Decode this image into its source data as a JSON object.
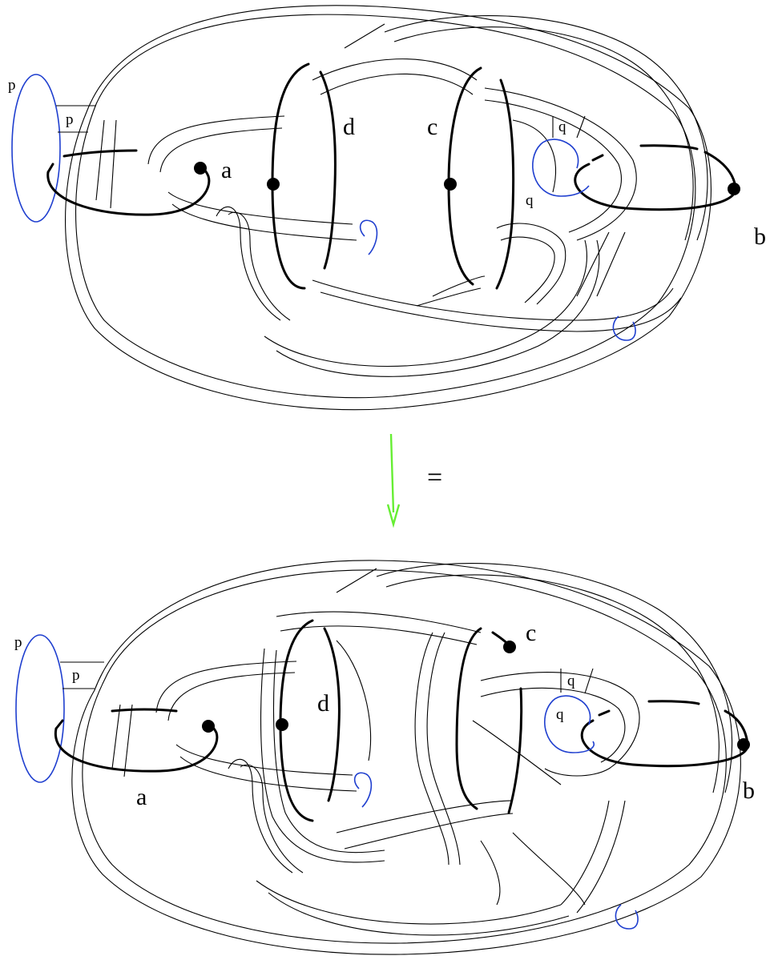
{
  "colors": {
    "band": "#000000",
    "attaching_circle": "#000000",
    "framing_curve": "#1f3fcf",
    "arrow": "#66ee33"
  },
  "top": {
    "labels": {
      "a": "a",
      "b": "b",
      "c": "c",
      "d": "d",
      "p_outer": "p",
      "p_inner": "p",
      "q_upper": "q",
      "q_lower": "q"
    }
  },
  "middle": {
    "equals": "="
  },
  "bottom": {
    "labels": {
      "a": "a",
      "b": "b",
      "c": "c",
      "d": "d",
      "p_outer": "p",
      "p_inner": "p",
      "q_upper": "q",
      "q_lower": "q"
    }
  }
}
